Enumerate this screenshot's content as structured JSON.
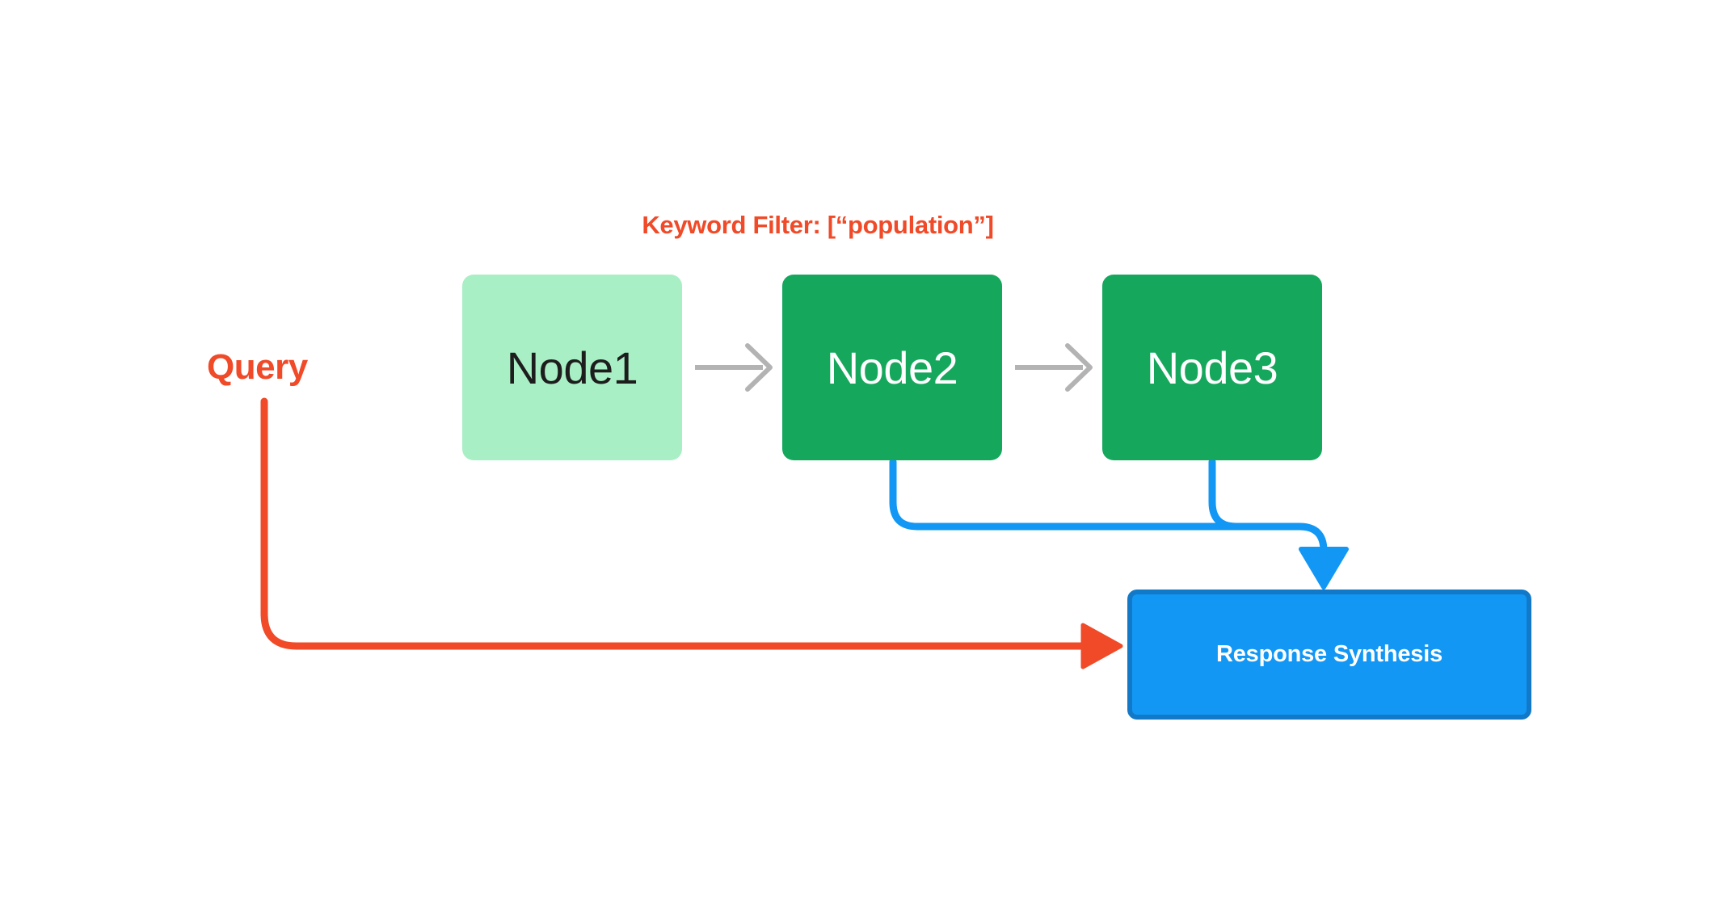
{
  "diagram": {
    "title_label": "Keyword Filter: [“population”]",
    "query_label": "Query",
    "nodes": [
      {
        "id": "node1",
        "label": "Node1",
        "state": "filtered-out",
        "fill": "#a9efc5",
        "text_color": "#1d1d1d"
      },
      {
        "id": "node2",
        "label": "Node2",
        "state": "matched",
        "fill": "#15a85c",
        "text_color": "#ffffff"
      },
      {
        "id": "node3",
        "label": "Node3",
        "state": "matched",
        "fill": "#15a85c",
        "text_color": "#ffffff"
      }
    ],
    "output": {
      "label": "Response Synthesis",
      "fill": "#1297f5",
      "border_color": "#1279c8",
      "text_color": "#ffffff"
    },
    "connectors": [
      {
        "from": "node1",
        "to": "node2",
        "kind": "sequence-arrow",
        "color": "#b3b3b3"
      },
      {
        "from": "node2",
        "to": "node3",
        "kind": "sequence-arrow",
        "color": "#b3b3b3"
      },
      {
        "from": "node2",
        "to": "output",
        "kind": "retrieval-arrow",
        "color": "#1297f5"
      },
      {
        "from": "node3",
        "to": "output",
        "kind": "retrieval-arrow",
        "color": "#1297f5"
      },
      {
        "from": "query",
        "to": "output",
        "kind": "query-arrow",
        "color": "#f04a28"
      }
    ],
    "colors": {
      "accent_red": "#f04a28",
      "node_matched": "#15a85c",
      "node_dim": "#a9efc5",
      "blue": "#1297f5",
      "blue_dark": "#1279c8",
      "gray_arrow": "#b3b3b3",
      "background": "#ffffff"
    }
  }
}
